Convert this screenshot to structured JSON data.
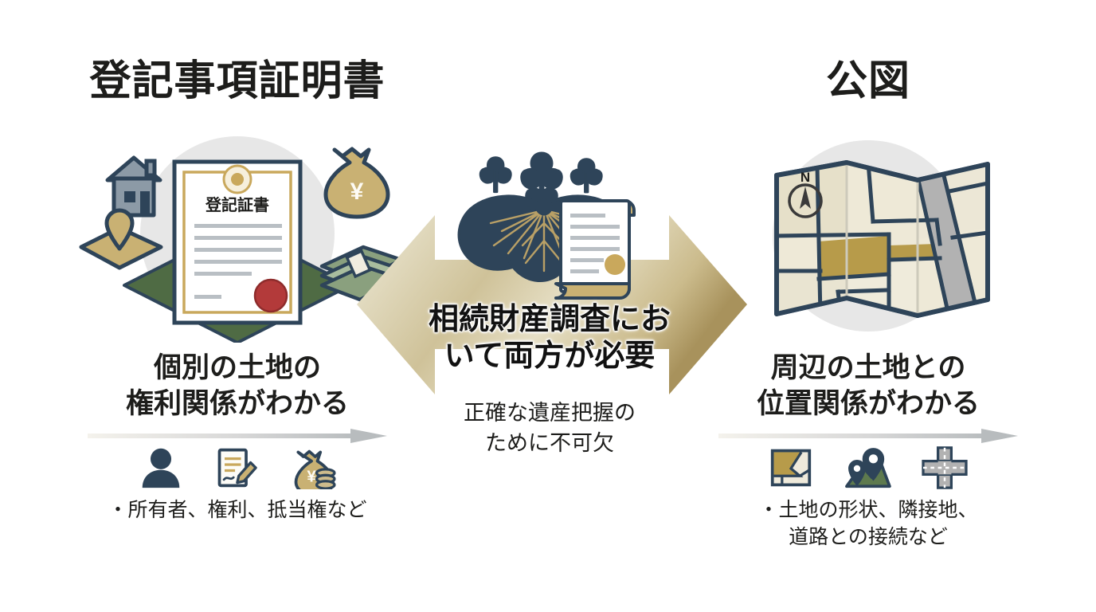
{
  "page": {
    "background": "#ffffff",
    "accent_gold": "#c9b173",
    "accent_navy": "#2e4459",
    "accent_green": "#4f6b44",
    "accent_red": "#b33a3a",
    "circle_gray": "#e6e6e6"
  },
  "left": {
    "title": "登記事項証明書",
    "illustration_name": "registry-certificate-illustration",
    "certificate_label": "登記証書",
    "sub_line1": "個別の土地の",
    "sub_line2": "権利関係がわかる",
    "arrow_name": "left-progress-arrow",
    "icons": [
      {
        "name": "owner-person-icon",
        "label": "所有者"
      },
      {
        "name": "contract-document-pen-icon",
        "label": "権利"
      },
      {
        "name": "money-bag-coins-icon",
        "label": "抵当権"
      }
    ],
    "bullet": "・所有者、権利、抵当権など"
  },
  "center": {
    "illustration_name": "paulownia-crest-scroll-illustration",
    "arrow_name": "double-headed-arrow",
    "headline_line1": "相続財産調査にお",
    "headline_line2": "いて両方が必要",
    "note_line1": "正確な遺産把握の",
    "note_line2": "ために不可欠"
  },
  "right": {
    "title": "公図",
    "illustration_name": "folded-cadastral-map-illustration",
    "compass_label": "N",
    "sub_line1": "周辺の土地との",
    "sub_line2": "位置関係がわかる",
    "arrow_name": "right-progress-arrow",
    "icons": [
      {
        "name": "land-parcel-shape-icon",
        "label": "土地の形状"
      },
      {
        "name": "map-pins-land-icon",
        "label": "隣接地"
      },
      {
        "name": "road-intersection-icon",
        "label": "道路との接続"
      }
    ],
    "bullet_line1": "・土地の形状、隣接地、",
    "bullet_line2": "道路との接続など"
  }
}
